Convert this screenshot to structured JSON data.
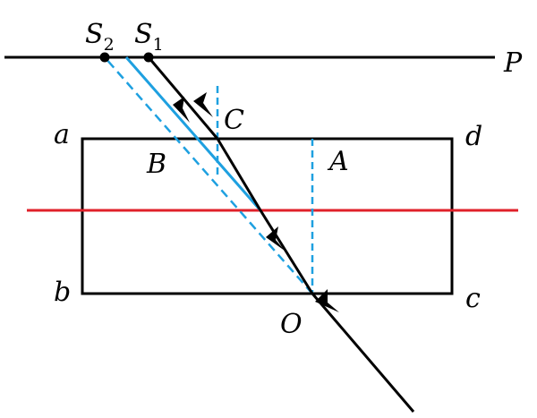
{
  "labels": {
    "S2": "S",
    "S2_sub": "2",
    "S1": "S",
    "S1_sub": "1",
    "P": "P",
    "a": "a",
    "d": "d",
    "b": "b",
    "c": "c",
    "A": "A",
    "B": "B",
    "C": "C",
    "O": "O"
  },
  "colors": {
    "line": "#000000",
    "red": "#e0202a",
    "blue": "#1ea0e0"
  }
}
